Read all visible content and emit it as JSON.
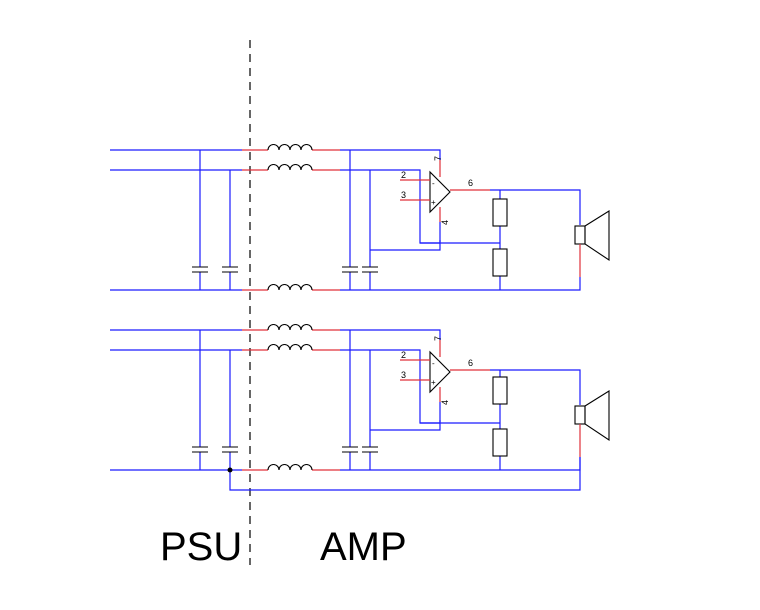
{
  "labels": {
    "psu": "PSU",
    "amp": "AMP"
  },
  "pins": {
    "in_minus": "2",
    "in_plus": "3",
    "output": "6",
    "v_plus": "7",
    "v_minus": "4",
    "minus_sign": "-",
    "plus_sign": "+"
  },
  "colors": {
    "wire": "#1a1aff",
    "lead": "#e0303a",
    "component": "#000000",
    "divider": "#000000"
  },
  "channels": [
    "upper-channel",
    "lower-channel"
  ]
}
